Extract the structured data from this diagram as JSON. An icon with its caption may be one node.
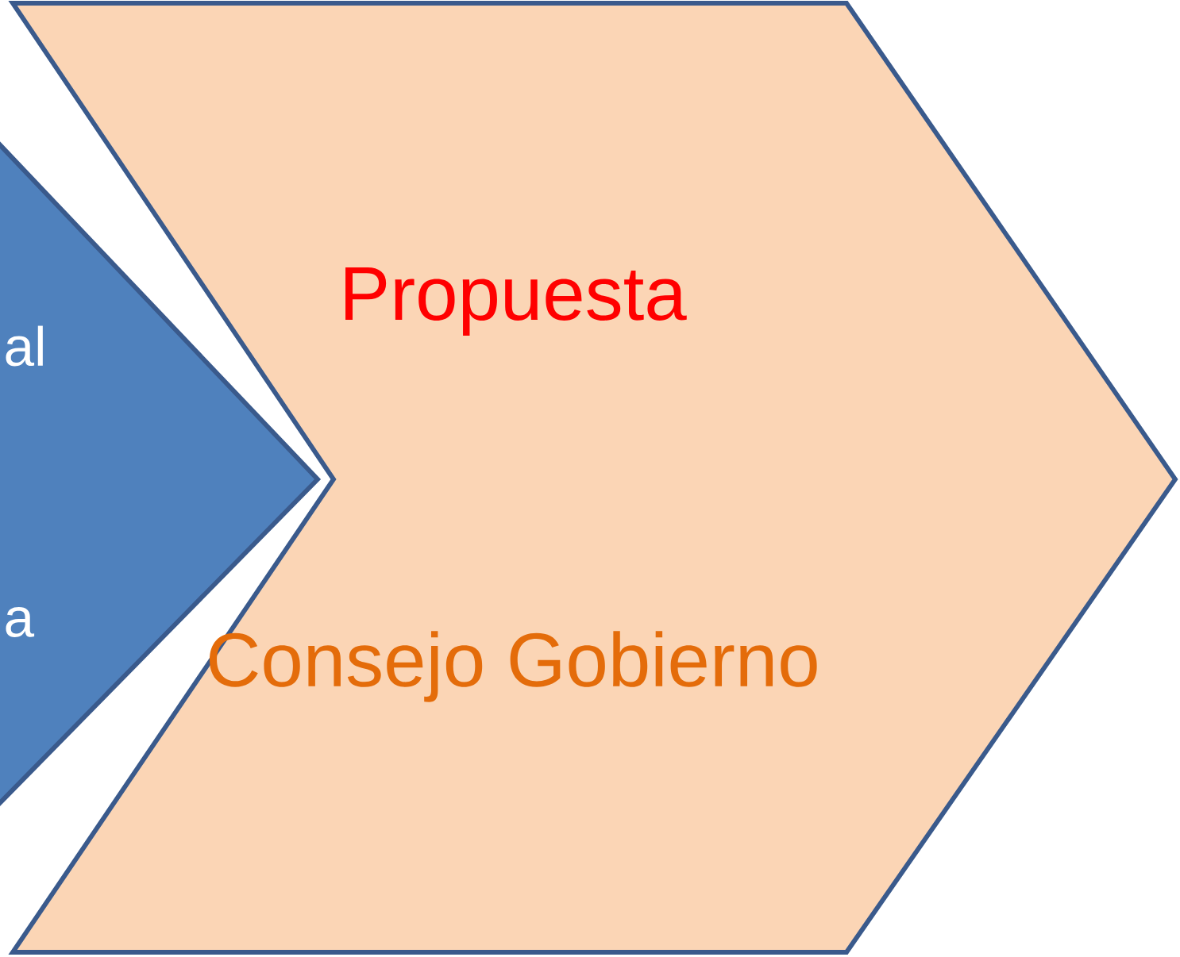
{
  "diagram": {
    "nodes": [
      {
        "text": [
          "al",
          "a"
        ]
      },
      {
        "text": [
          "Propuesta",
          "Consejo Gobierno"
        ]
      }
    ]
  }
}
